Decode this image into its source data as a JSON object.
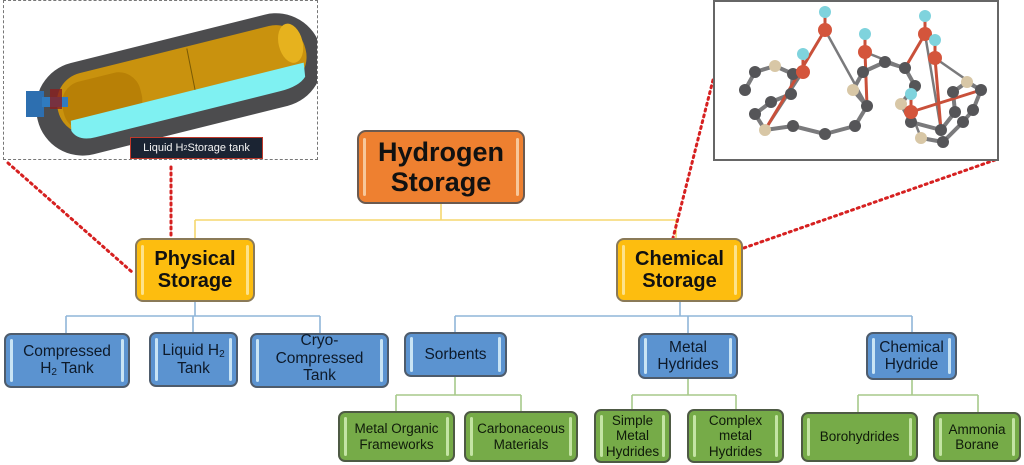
{
  "diagram": {
    "title": "Hydrogen Storage",
    "colors": {
      "root": "#ee8030",
      "level1": "#fdbd0f",
      "level2": "#5b93d0",
      "level3": "#76ab48",
      "connector_root": "#f5d76e",
      "connector_blue": "#8fb5d8",
      "connector_green": "#a7c98a",
      "callout_dots": "#d62020"
    },
    "root": {
      "line1": "Hydrogen",
      "line2": "Storage"
    },
    "physical": {
      "line1": "Physical",
      "line2": "Storage",
      "children": [
        {
          "line1": "Compressed",
          "line2_pre": "H",
          "line2_sub": "2",
          "line2_post": " Tank"
        },
        {
          "line1_pre": "Liquid H",
          "line1_sub": "2",
          "line2": "Tank"
        },
        {
          "line1": "Cryo-",
          "line2": "Compressed",
          "line3": "Tank"
        }
      ]
    },
    "chemical": {
      "line1": "Chemical",
      "line2": "Storage",
      "children": [
        {
          "label": "Sorbents",
          "children": [
            {
              "line1": "Metal Organic",
              "line2": "Frameworks"
            },
            {
              "line1": "Carbonaceous",
              "line2": "Materials"
            }
          ]
        },
        {
          "line1": "Metal",
          "line2": "Hydrides",
          "children": [
            {
              "line1": "Simple",
              "line2": "Metal",
              "line3": "Hydrides"
            },
            {
              "line1": "Complex",
              "line2": "metal",
              "line3": "Hydrides"
            }
          ]
        },
        {
          "line1": "Chemical",
          "line2": "Hydride",
          "children": [
            {
              "label": "Borohydrides"
            },
            {
              "line1": "Ammonia",
              "line2": "Borane"
            }
          ]
        }
      ]
    },
    "images": {
      "tank": {
        "caption_pre": "Liquid H",
        "caption_sub": "2",
        "caption_post": " Storage tank",
        "icon": "hydrogen-tank-cutaway"
      },
      "molecule": {
        "icon": "metal-hydride-molecular-structure"
      }
    }
  }
}
